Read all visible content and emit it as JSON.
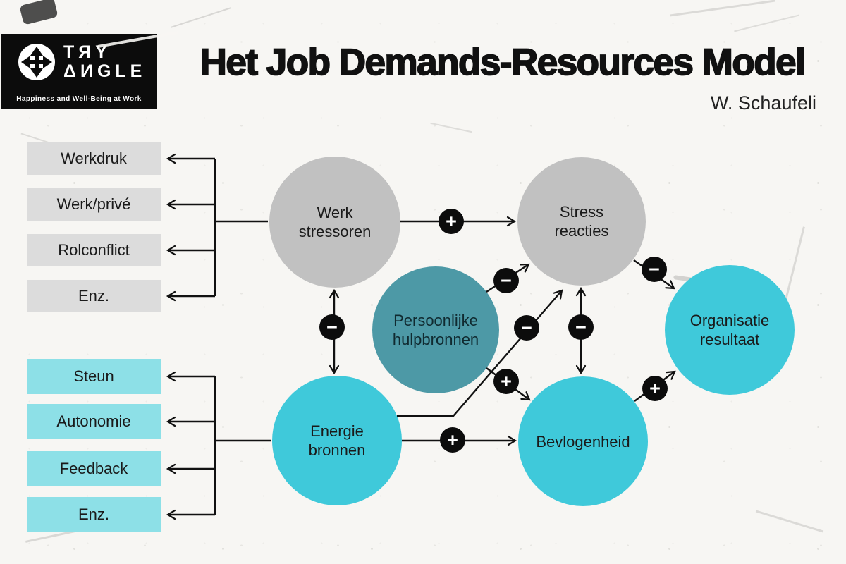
{
  "logo": {
    "brand_line1": "TЯY",
    "brand_line2": "ΔИGLE",
    "tagline": "Happiness and Well-Being at Work",
    "icon": "move-cross-icon"
  },
  "header": {
    "title": "Het Job Demands-Resources Model",
    "author": "W. Schaufeli"
  },
  "demands": {
    "items": [
      "Werkdruk",
      "Werk/privé",
      "Rolconflict",
      "Enz."
    ]
  },
  "resources": {
    "items": [
      "Steun",
      "Autonomie",
      "Feedback",
      "Enz."
    ]
  },
  "nodes": {
    "werk_stressoren": {
      "line1": "Werk",
      "line2": "stressoren"
    },
    "stress_reacties": {
      "line1": "Stress",
      "line2": "reacties"
    },
    "persoonlijke_hulpbronnen": {
      "line1": "Persoonlijke",
      "line2": "hulpbronnen"
    },
    "energie_bronnen": {
      "line1": "Energie",
      "line2": "bronnen"
    },
    "bevlogenheid": {
      "line1": "Bevlogenheid",
      "line2": ""
    },
    "organisatie_resultaat": {
      "line1": "Organisatie",
      "line2": "resultaat"
    }
  },
  "edges": [
    {
      "from": "werk-stressoren",
      "to": "stress-reacties",
      "sign": "+"
    },
    {
      "from": "werk-stressoren",
      "to": "energie-bronnen",
      "sign": "−",
      "bidirectional": true
    },
    {
      "from": "persoonlijke-hulpbronnen",
      "to": "stress-reacties",
      "sign": "−"
    },
    {
      "from": "energie-bronnen",
      "to": "stress-reacties",
      "sign": "−"
    },
    {
      "from": "stress-reacties",
      "to": "bevlogenheid",
      "sign": "−",
      "bidirectional": true
    },
    {
      "from": "persoonlijke-hulpbronnen",
      "to": "bevlogenheid",
      "sign": "+"
    },
    {
      "from": "energie-bronnen",
      "to": "bevlogenheid",
      "sign": "+"
    },
    {
      "from": "bevlogenheid",
      "to": "organisatie-resultaat",
      "sign": "+"
    },
    {
      "from": "stress-reacties",
      "to": "organisatie-resultaat",
      "sign": "−"
    }
  ],
  "colors": {
    "background": "#f7f6f3",
    "gray_circle": "#c1c1c1",
    "gray_box": "#dcdcdc",
    "cyan_circle": "#3fc9da",
    "cyan_box": "#8de0e7",
    "teal_circle": "#4d99a6",
    "badge": "#0c0c0c",
    "line": "#111111",
    "text": "#1a1a1a"
  }
}
